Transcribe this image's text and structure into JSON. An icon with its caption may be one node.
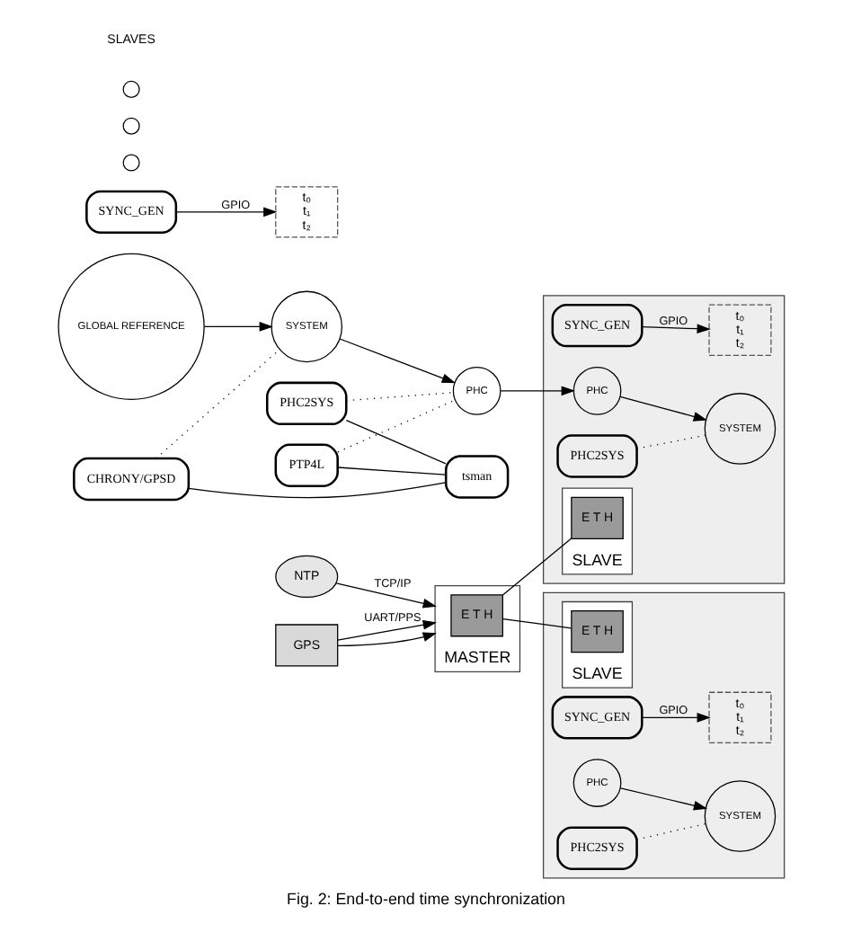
{
  "diagram": {
    "caption": "Fig. 2: End-to-end time synchronization",
    "nodes": [
      {
        "text": [
          "NTP"
        ]
      },
      {
        "text": [
          "GPS"
        ]
      },
      {
        "text": [
          "t₀",
          "t₁",
          "t₂"
        ]
      },
      {
        "text": [
          "SYNC_GEN"
        ]
      },
      {
        "text": [
          "MASTER"
        ]
      },
      {
        "text": [
          "E T H"
        ],
        "in": 4
      },
      {
        "text": [
          "GLOBAL REFERENCE"
        ]
      },
      {
        "text": [
          "SYSTEM"
        ]
      },
      {
        "text": [
          "PHC"
        ]
      },
      {
        "text": [
          "CHRONY/GPSD"
        ]
      },
      {
        "text": [
          "PHC2SYS"
        ]
      },
      {
        "text": [
          "PTP4L"
        ]
      },
      {
        "text": [
          "tsman"
        ]
      },
      {
        "text": [],
        "shape": "box"
      },
      {
        "text": [
          "t₀",
          "t₁",
          "t₂"
        ],
        "in": 13
      },
      {
        "text": [
          "SYNC_GEN"
        ],
        "in": 13
      },
      {
        "text": [
          "SLAVE"
        ],
        "in": 13
      },
      {
        "text": [
          "E T H"
        ],
        "in": 16
      },
      {
        "text": [
          "PHC"
        ],
        "in": 13
      },
      {
        "text": [
          "SYSTEM"
        ],
        "in": 13
      },
      {
        "text": [
          "PHC2SYS"
        ],
        "in": 13
      },
      {
        "text": [],
        "shape": "circle"
      },
      {
        "text": [],
        "shape": "circle"
      },
      {
        "text": [],
        "shape": "circle"
      },
      {
        "text": [],
        "shape": "box"
      },
      {
        "text": [
          "t₀",
          "t₁",
          "t₂"
        ],
        "in": 24
      },
      {
        "text": [
          "SYNC_GEN"
        ],
        "in": 24
      },
      {
        "text": [
          "SLAVE"
        ],
        "in": 24
      },
      {
        "text": [
          "E T H"
        ],
        "in": 27
      },
      {
        "text": [
          "PHC"
        ],
        "in": 24
      },
      {
        "text": [
          "SYSTEM"
        ],
        "in": 24
      },
      {
        "text": [
          "PHC2SYS"
        ],
        "in": 24
      }
    ],
    "edges": [
      {
        "from": 0,
        "to": 4,
        "arrow": "to",
        "label": "TCP/IP"
      },
      {
        "from": 1,
        "to": 4,
        "arrow": "to"
      },
      {
        "from": 1,
        "to": 4,
        "arrow": "to",
        "label": "UART/PPS"
      },
      {
        "from": 3,
        "to": 2,
        "arrow": "to",
        "label": "GPIO"
      },
      {
        "from": 6,
        "to": 7,
        "arrow": "to"
      },
      {
        "from": 7,
        "to": 8,
        "arrow": "to"
      },
      {
        "from": 8,
        "to": 18,
        "arrow": "to"
      },
      {
        "from": 9,
        "to": 7,
        "arrow": "none",
        "style": "dashed"
      },
      {
        "from": 10,
        "to": 8,
        "arrow": "none",
        "style": "dashed"
      },
      {
        "from": 11,
        "to": 8,
        "arrow": "none",
        "style": "dashed"
      },
      {
        "from": 9,
        "to": 12,
        "arrow": "none"
      },
      {
        "from": 10,
        "to": 12,
        "arrow": "none"
      },
      {
        "from": 11,
        "to": 12,
        "arrow": "none"
      },
      {
        "from": 5,
        "to": 17,
        "arrow": "none"
      },
      {
        "from": 5,
        "to": 28,
        "arrow": "none"
      },
      {
        "from": 15,
        "to": 14,
        "arrow": "to",
        "label": "GPIO"
      },
      {
        "from": 18,
        "to": 19,
        "arrow": "to"
      },
      {
        "from": 20,
        "to": 19,
        "arrow": "none",
        "style": "dashed"
      },
      {
        "from": 26,
        "to": 25,
        "arrow": "to",
        "label": "GPIO"
      },
      {
        "from": 29,
        "to": 30,
        "arrow": "to"
      },
      {
        "from": 31,
        "to": 30,
        "arrow": "none",
        "style": "dashed"
      }
    ],
    "labels": [
      "SLAVES"
    ]
  }
}
